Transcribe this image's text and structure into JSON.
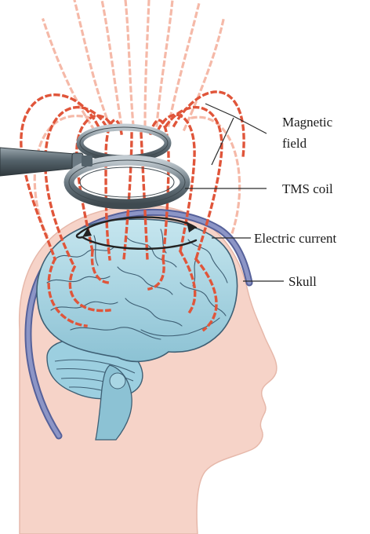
{
  "labels": {
    "magnetic_field_line1": "Magnetic",
    "magnetic_field_line2": "field",
    "tms_coil": "TMS coil",
    "electric_current": "Electric current",
    "skull": "Skull"
  },
  "colors": {
    "background": "#ffffff",
    "skin": "#f6d3c8",
    "skin_outline": "#e6b8aa",
    "brain": "#a9d6e4",
    "brain_dark": "#7fb7cc",
    "brain_folds": "#3e5f74",
    "skull": "#8c95c6",
    "skull_outline": "#56619a",
    "coil": "#6c7a83",
    "coil_light": "#b9c3c9",
    "handle": "#55636b",
    "field_strong": "#e0553a",
    "field_faint": "#f5b9a8",
    "current_arrow": "#222222"
  }
}
